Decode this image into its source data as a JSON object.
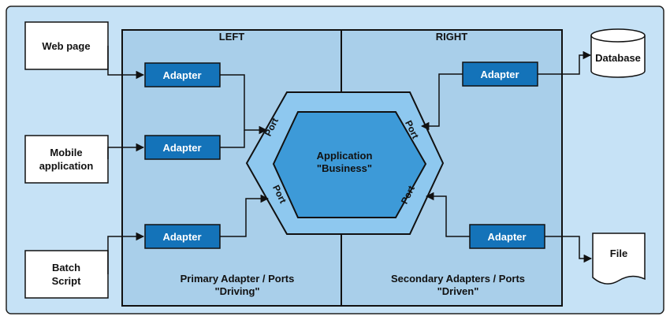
{
  "sections": {
    "left": "LEFT",
    "right": "RIGHT"
  },
  "external": {
    "web_page": "Web page",
    "mobile_line1": "Mobile",
    "mobile_line2": "application",
    "batch_line1": "Batch",
    "batch_line2": "Script",
    "database": "Database",
    "file": "File"
  },
  "adapters": {
    "left_top": "Adapter",
    "left_middle": "Adapter",
    "left_bottom": "Adapter",
    "right_top": "Adapter",
    "right_bottom": "Adapter"
  },
  "ports": {
    "top_left": "Port",
    "bottom_left": "Port",
    "top_right": "Port",
    "bottom_right": "Port"
  },
  "core": {
    "line1": "Application",
    "line2": "\"Business\""
  },
  "captions": {
    "primary_line1": "Primary Adapter / Ports",
    "primary_line2": "\"Driving\"",
    "secondary_line1": "Secondary Adapters / Ports",
    "secondary_line2": "\"Driven\""
  },
  "colors": {
    "outer_bg": "#c6e2f6",
    "panel_bg": "#a9cfea",
    "port_ring": "#8ec8ef",
    "core": "#3d9ad8",
    "adapter": "#1473b9"
  }
}
